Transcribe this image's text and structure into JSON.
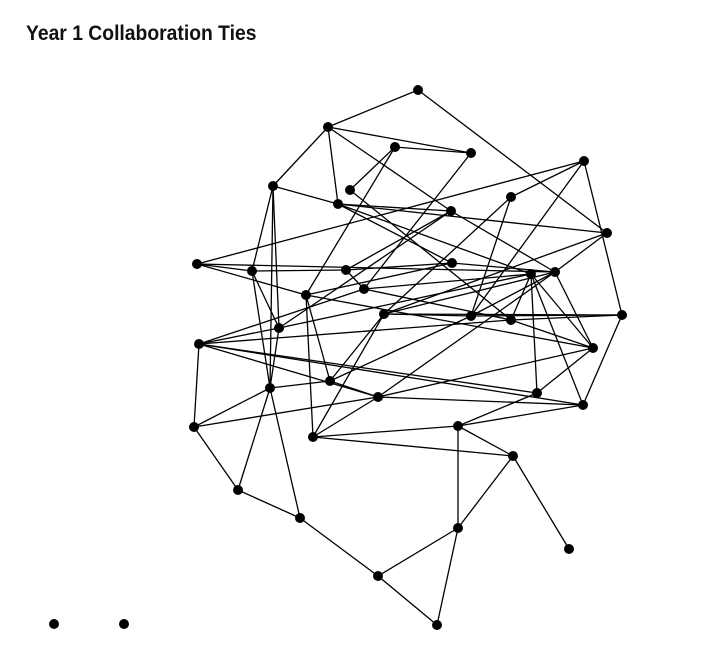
{
  "title": "Year 1 Collaboration Ties",
  "style": {
    "edge_color": "#000000",
    "node_color": "#000000"
  },
  "network": {
    "nodes": [
      "n1",
      "n2",
      "n3",
      "n4",
      "n5",
      "n6",
      "n7",
      "n8",
      "n9",
      "n10",
      "n11",
      "n12",
      "n13",
      "n14",
      "n15",
      "n16",
      "n17",
      "n18",
      "n19",
      "n20",
      "n21",
      "n22",
      "n23",
      "n24",
      "n25",
      "n26",
      "n27",
      "n28",
      "n29",
      "n30",
      "n31",
      "n32",
      "n33",
      "n34",
      "n35",
      "n36",
      "n37",
      "n38",
      "n39",
      "n40",
      "n41",
      "n42",
      "n43",
      "n44",
      "n45",
      "n46",
      "n47"
    ],
    "edges": [
      [
        "n1",
        "n2"
      ],
      [
        "n1",
        "n11"
      ],
      [
        "n2",
        "n5"
      ],
      [
        "n2",
        "n6"
      ],
      [
        "n2",
        "n8"
      ],
      [
        "n2",
        "n4"
      ],
      [
        "n3",
        "n4"
      ],
      [
        "n3",
        "n16"
      ],
      [
        "n3",
        "n7"
      ],
      [
        "n4",
        "n17"
      ],
      [
        "n5",
        "n6"
      ],
      [
        "n5",
        "n13"
      ],
      [
        "n5",
        "n27"
      ],
      [
        "n5",
        "n20"
      ],
      [
        "n6",
        "n11"
      ],
      [
        "n6",
        "n15"
      ],
      [
        "n6",
        "n18"
      ],
      [
        "n6",
        "n8"
      ],
      [
        "n7",
        "n23"
      ],
      [
        "n8",
        "n14"
      ],
      [
        "n8",
        "n20"
      ],
      [
        "n8",
        "n19"
      ],
      [
        "n9",
        "n10"
      ],
      [
        "n9",
        "n24"
      ],
      [
        "n9",
        "n12"
      ],
      [
        "n10",
        "n21"
      ],
      [
        "n10",
        "n22"
      ],
      [
        "n11",
        "n19"
      ],
      [
        "n11",
        "n21"
      ],
      [
        "n12",
        "n13"
      ],
      [
        "n12",
        "n16"
      ],
      [
        "n12",
        "n19"
      ],
      [
        "n13",
        "n14"
      ],
      [
        "n13",
        "n20"
      ],
      [
        "n13",
        "n27"
      ],
      [
        "n14",
        "n15"
      ],
      [
        "n14",
        "n17"
      ],
      [
        "n15",
        "n16"
      ],
      [
        "n15",
        "n19"
      ],
      [
        "n16",
        "n26"
      ],
      [
        "n17",
        "n18"
      ],
      [
        "n17",
        "n25"
      ],
      [
        "n17",
        "n23"
      ],
      [
        "n18",
        "n20"
      ],
      [
        "n18",
        "n26"
      ],
      [
        "n19",
        "n22"
      ],
      [
        "n19",
        "n29"
      ],
      [
        "n19",
        "n21"
      ],
      [
        "n20",
        "n25"
      ],
      [
        "n20",
        "n27"
      ],
      [
        "n21",
        "n22"
      ],
      [
        "n21",
        "n24"
      ],
      [
        "n21",
        "n28"
      ],
      [
        "n21",
        "n30"
      ],
      [
        "n22",
        "n24"
      ],
      [
        "n22",
        "n28"
      ],
      [
        "n23",
        "n25"
      ],
      [
        "n23",
        "n26"
      ],
      [
        "n25",
        "n29"
      ],
      [
        "n25",
        "n31"
      ],
      [
        "n25",
        "n32"
      ],
      [
        "n26",
        "n29"
      ],
      [
        "n26",
        "n31"
      ],
      [
        "n28",
        "n29"
      ],
      [
        "n29",
        "n32"
      ],
      [
        "n29",
        "n35"
      ],
      [
        "n30",
        "n33"
      ],
      [
        "n30",
        "n34"
      ],
      [
        "n31",
        "n33"
      ],
      [
        "n32",
        "n33"
      ],
      [
        "n33",
        "n34"
      ],
      [
        "n34",
        "n36"
      ]
    ],
    "isolates": [
      "n46",
      "n47"
    ]
  }
}
